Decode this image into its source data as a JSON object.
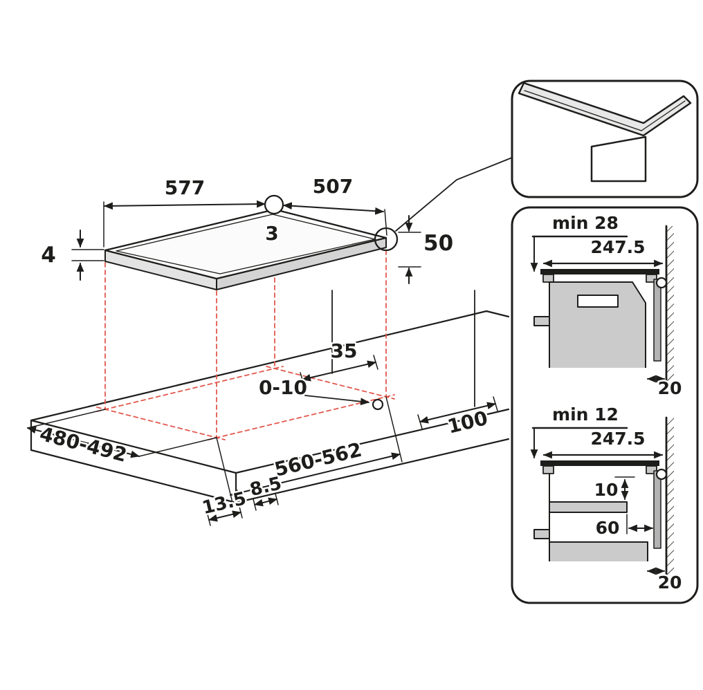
{
  "diagram": {
    "top_view": {
      "width_left": "577",
      "width_right": "507",
      "corner_radius": "3",
      "glass_thickness": "4",
      "edge_height": "50",
      "offset_back": "35",
      "offset_range": "0-10",
      "rear_clearance": "100",
      "cutout_depth": "480-492",
      "cutout_width": "560-562",
      "front_offset_left": "13.5",
      "front_offset_right": "8.5"
    },
    "section_top": {
      "min_clearance": "min 28",
      "depth": "247.5",
      "wall_gap": "20"
    },
    "section_bottom": {
      "min_clearance": "min 12",
      "depth": "247.5",
      "shelf_gap": "10",
      "shelf_clearance": "60",
      "wall_gap": "20"
    }
  },
  "colors": {
    "line": "#1d1d1b",
    "projection_red": "#e2574c",
    "fill_light": "#cbcbcb",
    "fill_mid": "#b3b3b3"
  }
}
